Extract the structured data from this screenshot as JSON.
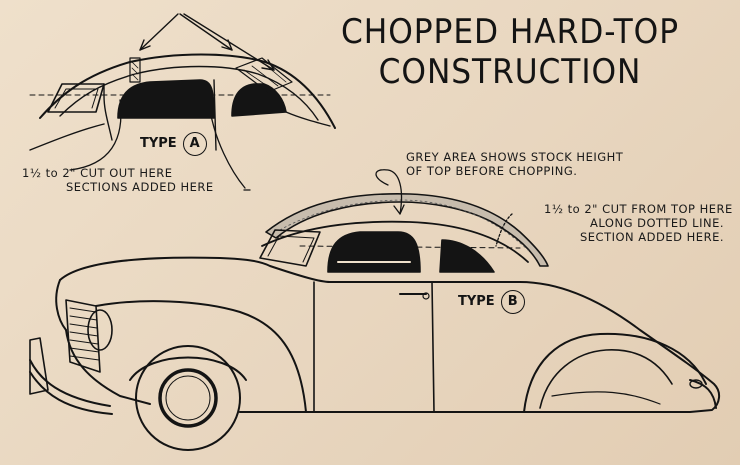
{
  "title": {
    "line1": "CHOPPED HARD-TOP",
    "line2": "CONSTRUCTION"
  },
  "type_a": {
    "label": "TYPE",
    "letter": "A",
    "note_line1": "1½ to 2\" CUT OUT HERE",
    "note_line2": "SECTIONS ADDED HERE"
  },
  "type_b": {
    "label": "TYPE",
    "letter": "B",
    "grey_note_line1": "GREY AREA SHOWS STOCK HEIGHT",
    "grey_note_line2": "OF TOP BEFORE CHOPPING.",
    "cut_note_line1": "1½ to 2\" CUT FROM TOP HERE",
    "cut_note_line2": "ALONG DOTTED LINE.",
    "cut_note_line3": "SECTION ADDED HERE."
  }
}
